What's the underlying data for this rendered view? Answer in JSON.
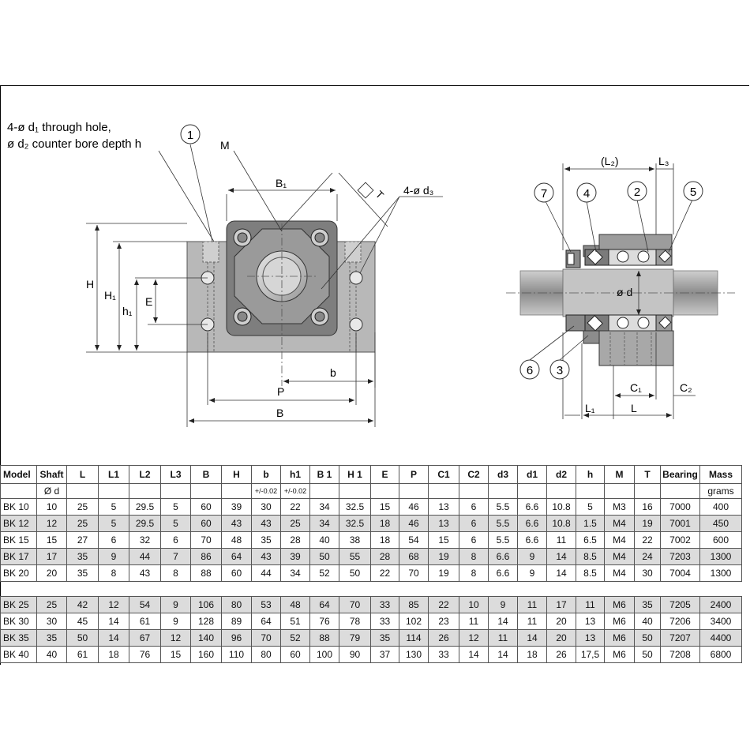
{
  "labels": {
    "hole_note_1": "4-ø d₁ through hole,",
    "hole_note_2": "ø d₂ counter bore depth h",
    "hole_note_3": "4-ø d₃",
    "dim_M": "M",
    "dim_B1": "B₁",
    "dim_T": "T",
    "dim_H": "H",
    "dim_H1": "H₁",
    "dim_h1": "h₁",
    "dim_E": "E",
    "dim_b": "b",
    "dim_P": "P",
    "dim_B": "B",
    "dim_L2": "(L₂)",
    "dim_L3": "L₃",
    "dim_d": "ø d",
    "dim_C1": "C₁",
    "dim_C2": "C₂",
    "dim_L1": "L₁",
    "dim_L": "L",
    "callouts": [
      "1",
      "2",
      "3",
      "4",
      "5",
      "6",
      "7"
    ]
  },
  "table": {
    "header": [
      "Model",
      "Shaft",
      "L",
      "L1",
      "L2",
      "L3",
      "B",
      "H",
      "b",
      "h1",
      "B 1",
      "H 1",
      "E",
      "P",
      "C1",
      "C2",
      "d3",
      "d1",
      "d2",
      "h",
      "M",
      "T",
      "Bearing",
      "Mass"
    ],
    "subheader": [
      "",
      "Ø d",
      "",
      "",
      "",
      "",
      "",
      "",
      "+/-0.02",
      "+/-0.02",
      "",
      "",
      "",
      "",
      "",
      "",
      "",
      "",
      "",
      "",
      "",
      "",
      "",
      "grams"
    ],
    "group1": [
      [
        "BK 10",
        "10",
        "25",
        "5",
        "29.5",
        "5",
        "60",
        "39",
        "30",
        "22",
        "34",
        "32.5",
        "15",
        "46",
        "13",
        "6",
        "5.5",
        "6.6",
        "10.8",
        "5",
        "M3",
        "16",
        "7000",
        "400"
      ],
      [
        "BK 12",
        "12",
        "25",
        "5",
        "29.5",
        "5",
        "60",
        "43",
        "43",
        "25",
        "34",
        "32.5",
        "18",
        "46",
        "13",
        "6",
        "5.5",
        "6.6",
        "10.8",
        "1.5",
        "M4",
        "19",
        "7001",
        "450"
      ],
      [
        "BK 15",
        "15",
        "27",
        "6",
        "32",
        "6",
        "70",
        "48",
        "35",
        "28",
        "40",
        "38",
        "18",
        "54",
        "15",
        "6",
        "5.5",
        "6.6",
        "11",
        "6.5",
        "M4",
        "22",
        "7002",
        "600"
      ],
      [
        "BK 17",
        "17",
        "35",
        "9",
        "44",
        "7",
        "86",
        "64",
        "43",
        "39",
        "50",
        "55",
        "28",
        "68",
        "19",
        "8",
        "6.6",
        "9",
        "14",
        "8.5",
        "M4",
        "24",
        "7203",
        "1300"
      ],
      [
        "BK 20",
        "20",
        "35",
        "8",
        "43",
        "8",
        "88",
        "60",
        "44",
        "34",
        "52",
        "50",
        "22",
        "70",
        "19",
        "8",
        "6.6",
        "9",
        "14",
        "8.5",
        "M4",
        "30",
        "7004",
        "1300"
      ]
    ],
    "group2": [
      [
        "BK 25",
        "25",
        "42",
        "12",
        "54",
        "9",
        "106",
        "80",
        "53",
        "48",
        "64",
        "70",
        "33",
        "85",
        "22",
        "10",
        "9",
        "11",
        "17",
        "11",
        "M6",
        "35",
        "7205",
        "2400"
      ],
      [
        "BK 30",
        "30",
        "45",
        "14",
        "61",
        "9",
        "128",
        "89",
        "64",
        "51",
        "76",
        "78",
        "33",
        "102",
        "23",
        "11",
        "14",
        "11",
        "20",
        "13",
        "M6",
        "40",
        "7206",
        "3400"
      ],
      [
        "BK 35",
        "35",
        "50",
        "14",
        "67",
        "12",
        "140",
        "96",
        "70",
        "52",
        "88",
        "79",
        "35",
        "114",
        "26",
        "12",
        "11",
        "14",
        "20",
        "13",
        "M6",
        "50",
        "7207",
        "4400"
      ],
      [
        "BK 40",
        "40",
        "61",
        "18",
        "76",
        "15",
        "160",
        "110",
        "80",
        "60",
        "100",
        "90",
        "37",
        "130",
        "33",
        "14",
        "14",
        "18",
        "26",
        "17,5",
        "M6",
        "50",
        "7208",
        "6800"
      ]
    ]
  }
}
